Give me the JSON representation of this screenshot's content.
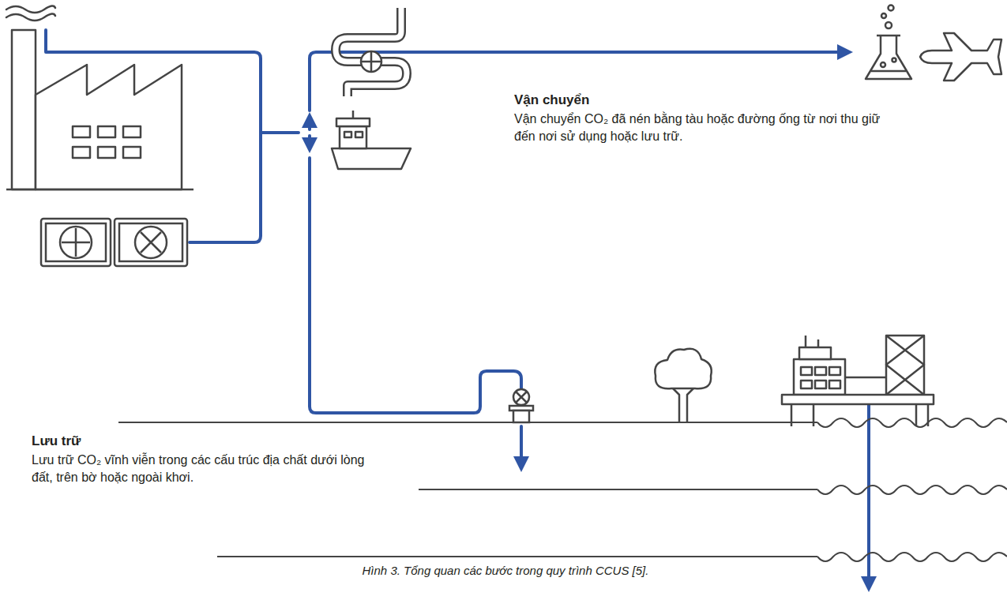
{
  "diagram": {
    "caption": "Hình 3. Tổng quan các bước trong quy trình CCUS [5].",
    "labels": [
      "Vận chuyển",
      "Vận chuyển CO₂ đã nén bằng tàu hoặc đường ống từ nơi thu giữ đến nơi sử dụng hoặc lưu trữ.",
      "Lưu trữ",
      "Lưu trữ CO₂ vĩnh viễn trong các cấu trúc địa chất dưới lòng đất, trên bờ hoặc ngoài khơi."
    ]
  }
}
